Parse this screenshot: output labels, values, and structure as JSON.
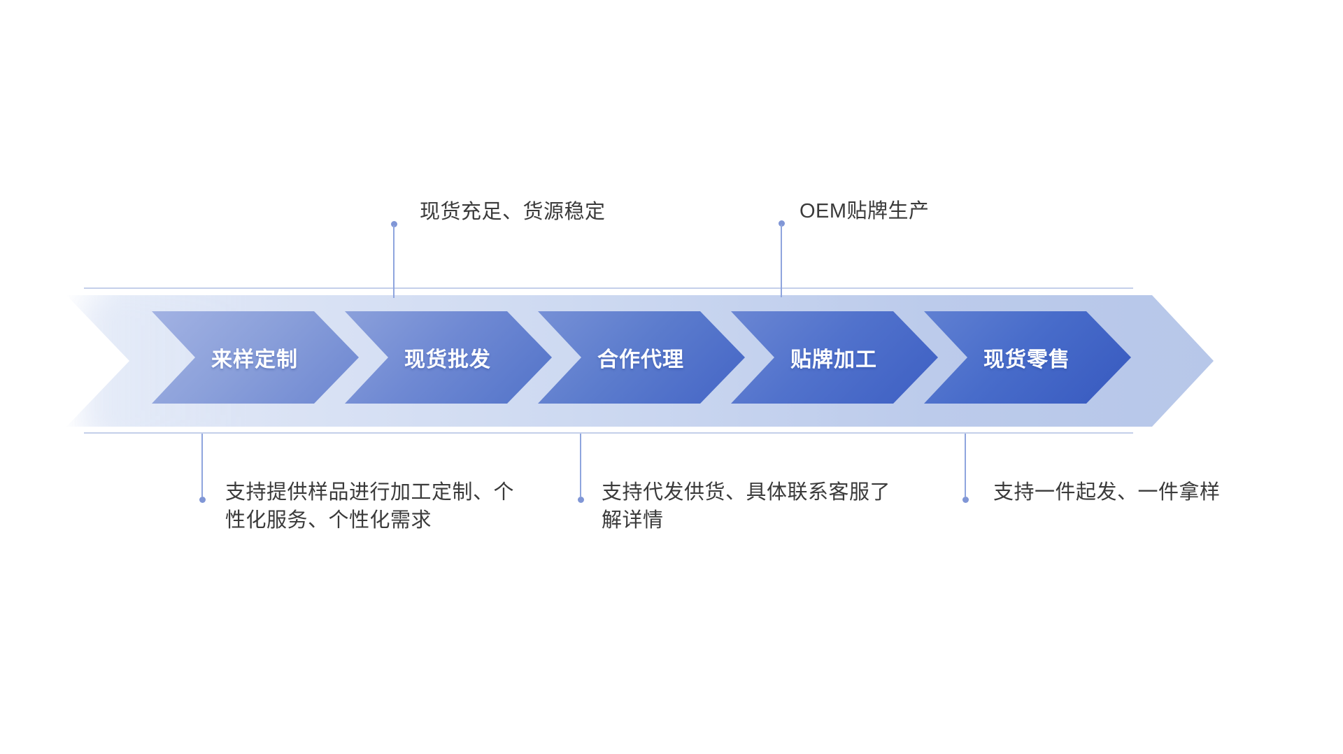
{
  "diagram": {
    "type": "process-flow",
    "colors": {
      "band_light": "#dce4f5",
      "band_dark": "#b7c7e9",
      "chevron_light": "#a2b2e3",
      "chevron_dark": "#3759bf",
      "connector": "#8fa5de",
      "connector_dot": "#8096d6",
      "label_text": "#ffffff",
      "note_text": "#3a3a3a"
    },
    "chevrons": [
      {
        "label": "来样定制"
      },
      {
        "label": "现货批发"
      },
      {
        "label": "合作代理"
      },
      {
        "label": "贴牌加工"
      },
      {
        "label": "现货零售"
      }
    ],
    "top_annotations": [
      {
        "lines": [
          "现货充足、货源稳定"
        ]
      },
      {
        "lines": [
          "OEM贴牌生产"
        ]
      }
    ],
    "bottom_annotations": [
      {
        "lines": [
          "支持提供样品进行加工定制、个",
          "性化服务、个性化需求"
        ]
      },
      {
        "lines": [
          "支持代发供货、具体联系客服了",
          "解详情"
        ]
      },
      {
        "lines": [
          "支持一件起发、一件拿样"
        ]
      }
    ]
  }
}
